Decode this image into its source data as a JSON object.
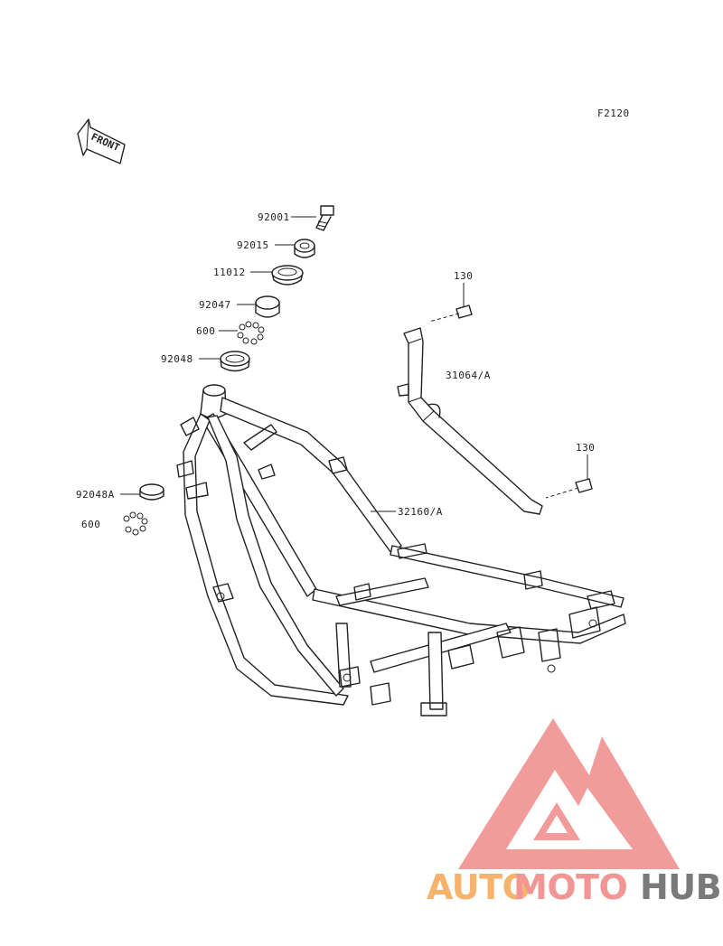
{
  "diagram_code": "F2120",
  "front_arrow": {
    "text": "FRONT",
    "icon": "front-arrow-icon"
  },
  "callouts": {
    "p92001": "92001",
    "p92015": "92015",
    "p11012": "11012",
    "p92047": "92047",
    "p600a": "600",
    "p92048": "92048",
    "p92048A": "92048A",
    "p600b": "600",
    "p130a": "130",
    "p31064A": "31064/A",
    "p130b": "130",
    "p32160A": "32160/A"
  },
  "watermark": {
    "part1": "AUTO",
    "part2": "MOTO",
    "part3": "HUB",
    "colors": {
      "orange": "#f7b26b",
      "pink": "#f19595",
      "gray": "#7a7a7a",
      "logo": "#ef8a8a"
    }
  }
}
